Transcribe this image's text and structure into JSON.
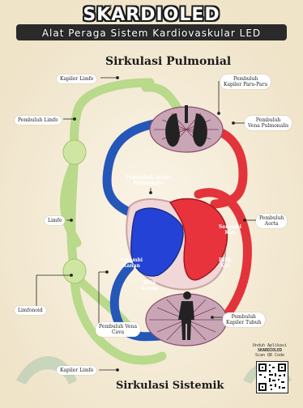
{
  "header": {
    "title": "SKARDIOLED",
    "subtitle": "Alat Peraga Sistem Kardiovaskular LED"
  },
  "sections": {
    "pulmonary": "Sirkulasi Pulmonial",
    "systemic": "Sirkulasi Sistemik"
  },
  "labels": {
    "kapiler_limfe_top": "Kapiler Limfe",
    "pembuluh_limfe": "Pembuluh Limfe",
    "pembuluh_kapiler_paru": "Pembuluh\nKapiler Paru-Paru",
    "pembuluh_vena_pulmonalis": "Pembuluh\nVena Pulmonalis",
    "pembuluh_arteri_pulmonalis": "Pembuluh Arteri\nPulmonalis",
    "limfe": "Limfe",
    "pembuluh_aorta": "Pembuluh\nAorta",
    "serambi_kiri": "Serambi\nKiri",
    "serambi_kanan": "Serambi\nKanan",
    "bilik_kiri": "Bilik\nKiri",
    "bilik_kanan": "Bilik\nKanan",
    "limfonoid": "Limfonoid",
    "pembuluh_vena_cava": "Pembuluh Vena\nCava",
    "pembuluh_kapiler_tubuh": "Pembuluh\nKapiler Tubuh",
    "kapiler_limfe_bottom": "Kapiler Limfe"
  },
  "app": {
    "line1": "Unduh Aplikasi",
    "line2": "SKARDIOLED",
    "line3": "Scan QR Code"
  },
  "colors": {
    "oxygenated": "#e2343a",
    "deoxygenated": "#2457b8",
    "lymph": "#b9d98b",
    "background": "#f3ead7"
  }
}
